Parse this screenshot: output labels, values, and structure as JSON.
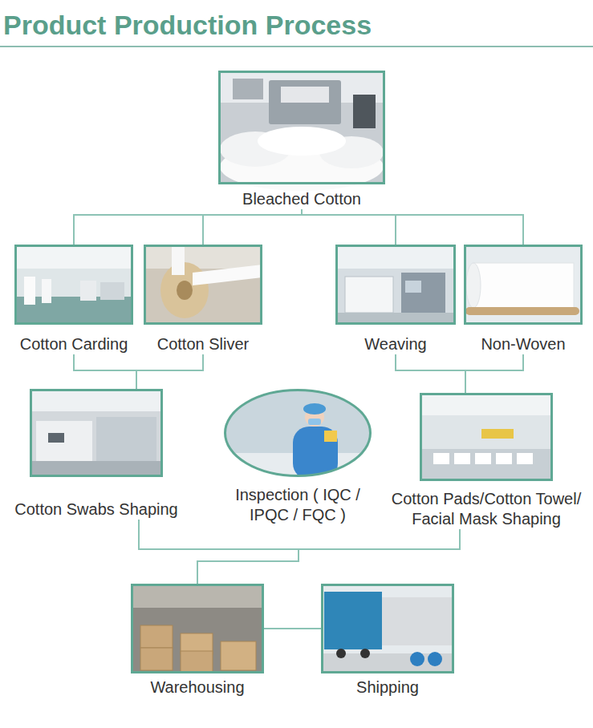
{
  "diagram": {
    "title": "Product Production Process",
    "nodes": [
      {
        "text": [
          "Bleached Cotton"
        ]
      },
      {
        "text": [
          "Cotton Carding"
        ]
      },
      {
        "text": [
          "Cotton Sliver"
        ]
      },
      {
        "text": [
          "Weaving"
        ]
      },
      {
        "text": [
          "Non-Woven"
        ]
      },
      {
        "text": [
          "Cotton Swabs Shaping"
        ]
      },
      {
        "text": [
          "Inspection ( IQC / IPQC / FQC )"
        ]
      },
      {
        "text": [
          "Cotton Pads/Cotton Towel/ Facial Mask Shaping"
        ]
      },
      {
        "text": [
          "Warehousing"
        ]
      },
      {
        "text": [
          "Shipping"
        ]
      }
    ],
    "edges": [
      {
        "from": 0,
        "to": 1,
        "arrow": "none"
      },
      {
        "from": 0,
        "to": 2,
        "arrow": "none"
      },
      {
        "from": 0,
        "to": 3,
        "arrow": "none"
      },
      {
        "from": 0,
        "to": 4,
        "arrow": "none"
      },
      {
        "from": 1,
        "to": 5,
        "arrow": "none"
      },
      {
        "from": 2,
        "to": 5,
        "arrow": "none"
      },
      {
        "from": 3,
        "to": 7,
        "arrow": "none"
      },
      {
        "from": 4,
        "to": 7,
        "arrow": "none"
      },
      {
        "from": 5,
        "to": 8,
        "arrow": "none"
      },
      {
        "from": 7,
        "to": 8,
        "arrow": "none"
      },
      {
        "from": 8,
        "to": 9,
        "arrow": "none"
      }
    ]
  }
}
